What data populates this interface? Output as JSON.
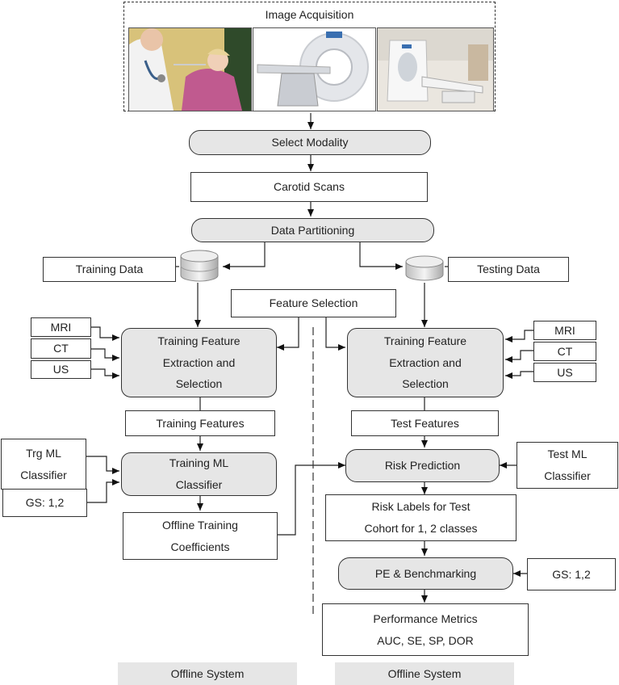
{
  "acquisition": {
    "title": "Image Acquisition",
    "photos": [
      "ultrasound-photo",
      "ct-scanner-photo",
      "mri-scanner-photo"
    ]
  },
  "nodes": {
    "select_modality": "Select Modality",
    "carotid_scans": "Carotid Scans",
    "data_partitioning": "Data Partitioning",
    "training_data": "Training Data",
    "testing_data": "Testing Data",
    "feature_selection": "Feature Selection",
    "train_extraction": "Training Feature\nExtraction and\nSelection",
    "test_extraction": "Training Feature\nExtraction and\nSelection",
    "training_features": "Training Features",
    "test_features": "Test Features",
    "training_ml": "Training ML\nClassifier",
    "risk_prediction": "Risk Prediction",
    "trg_ml_classifier": "Trg ML\nClassifier",
    "gs_left": "GS: 1,2",
    "test_ml_classifier": "Test ML\nClassifier",
    "offline_coefficients": "Offline Training\nCoefficients",
    "risk_labels": "Risk Labels for Test\nCohort for 1, 2 classes",
    "pe_benchmarking": "PE & Benchmarking",
    "gs_right": "GS: 1,2",
    "performance_metrics": "Performance Metrics\nAUC, SE, SP, DOR"
  },
  "modalities_left": [
    "MRI",
    "CT",
    "US"
  ],
  "modalities_right": [
    "MRI",
    "CT",
    "US"
  ],
  "footer": {
    "left": "Offline System",
    "right": "Offline System"
  }
}
